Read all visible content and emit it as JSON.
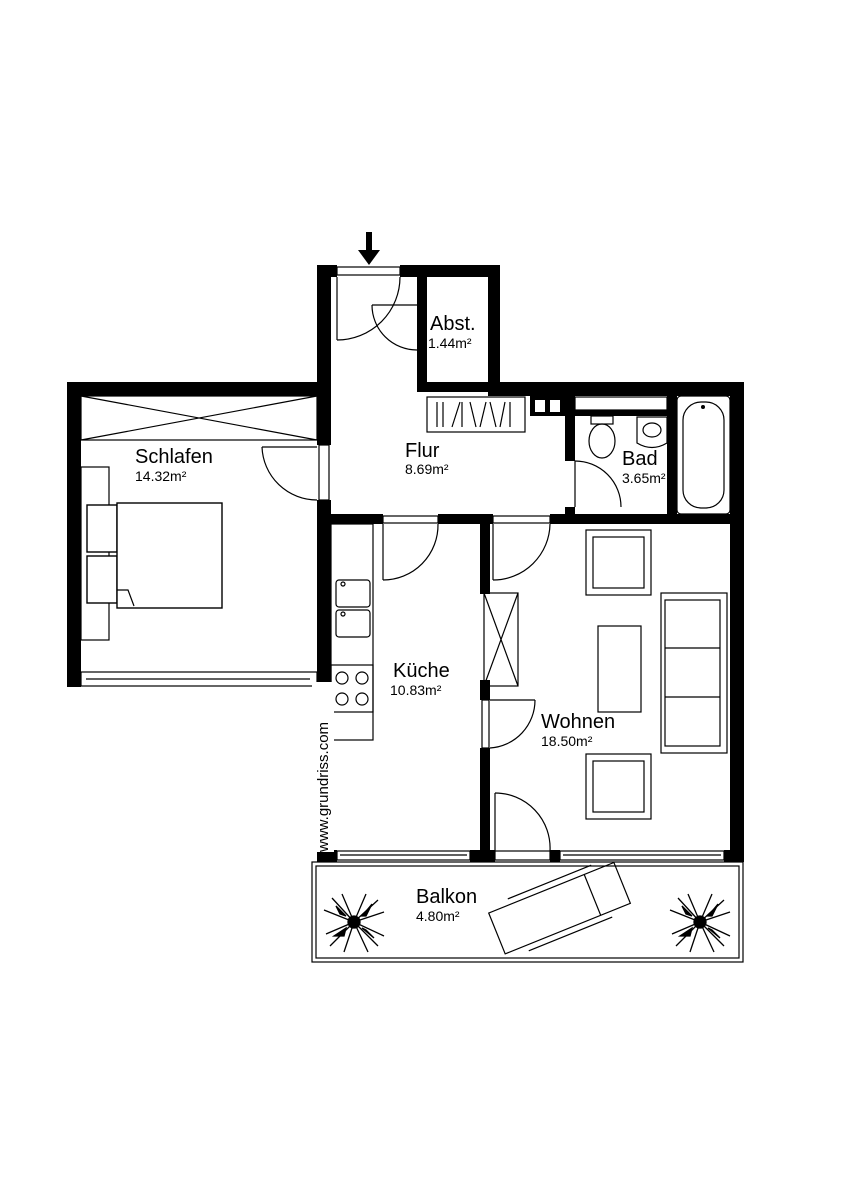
{
  "rooms": [
    {
      "id": "abst",
      "name": "Abst.",
      "area": "1.44m²"
    },
    {
      "id": "flur",
      "name": "Flur",
      "area": "8.69m²"
    },
    {
      "id": "schlafen",
      "name": "Schlafen",
      "area": "14.32m²"
    },
    {
      "id": "bad",
      "name": "Bad",
      "area": "3.65m²"
    },
    {
      "id": "kueche",
      "name": "Küche",
      "area": "10.83m²"
    },
    {
      "id": "wohnen",
      "name": "Wohnen",
      "area": "18.50m²"
    },
    {
      "id": "balkon",
      "name": "Balkon",
      "area": "4.80m²"
    }
  ],
  "watermark": "www.grundriss.com",
  "colors": {
    "wall": "#000000",
    "background": "#ffffff"
  },
  "icons": {
    "entrance": "arrow-down-icon",
    "plant": "plant-icon"
  }
}
